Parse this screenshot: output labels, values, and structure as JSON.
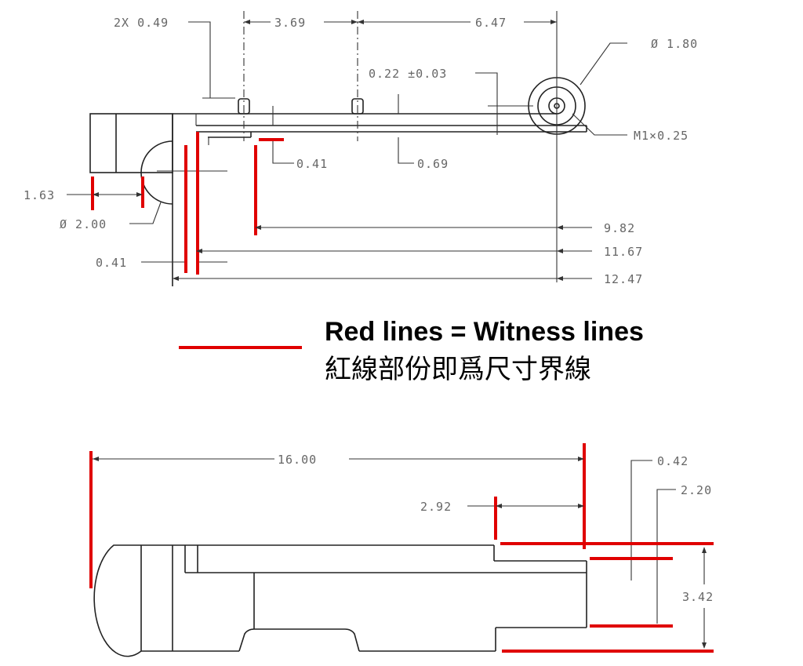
{
  "colors": {
    "witness": "#e00000",
    "ink": "#222222",
    "text": "#666666"
  },
  "legend": {
    "title": "Red lines = Witness lines",
    "subtitle": "紅線部份即爲尺寸界線"
  },
  "top_view": {
    "dims": {
      "holes": "2X 0.49",
      "pitch": "3.69",
      "span": "6.47",
      "head_dia": "Ø 1.80",
      "thickness": "0.22 ±0.03",
      "thread": "M1×0.25",
      "step": "0.41",
      "groove": "0.69",
      "tab": "1.63",
      "end_dia": "Ø 2.00",
      "offset": "0.41",
      "len_a": "9.82",
      "len_b": "11.67",
      "len_c": "12.47"
    }
  },
  "bottom_view": {
    "dims": {
      "overall": "16.00",
      "shoulder": "2.92",
      "gap": "0.42",
      "inner": "2.20",
      "height": "3.42"
    }
  }
}
